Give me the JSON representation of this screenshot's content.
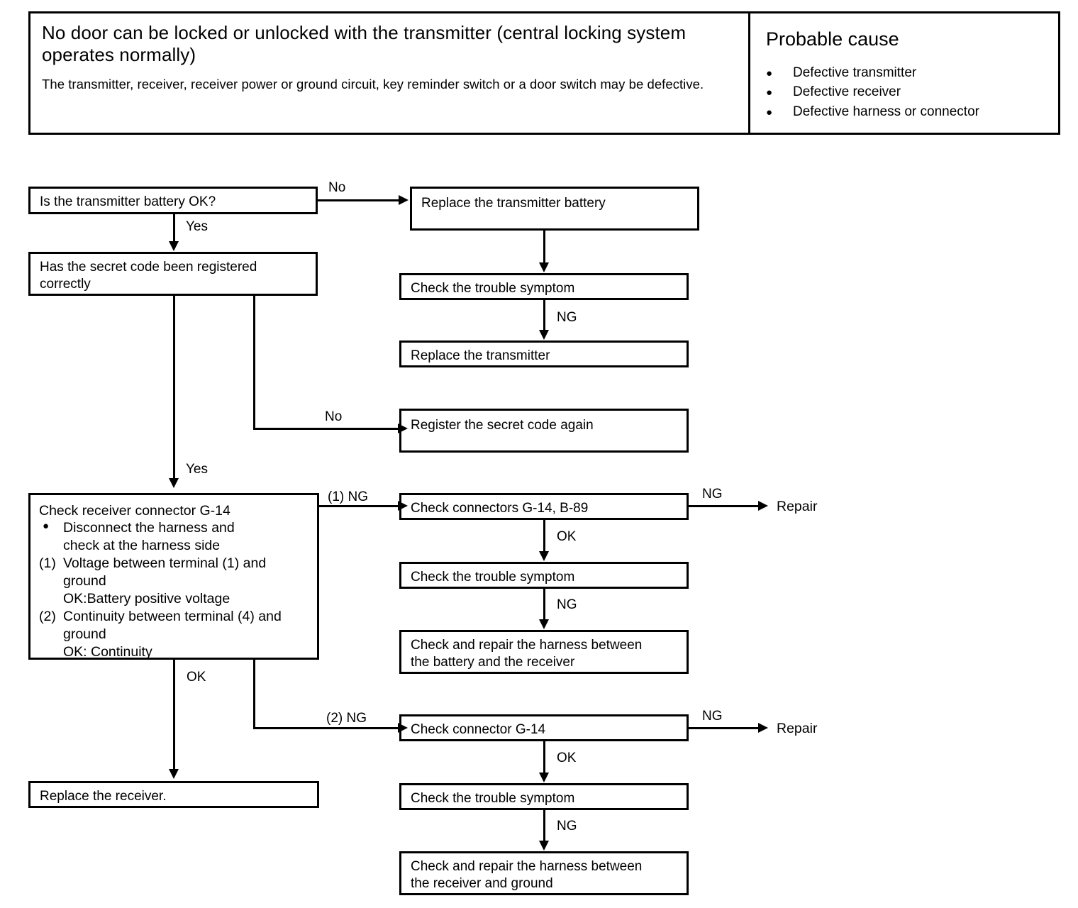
{
  "header": {
    "title": "No door can be locked or unlocked with the transmitter (central locking system operates normally)",
    "description": "The transmitter, receiver, receiver power or ground circuit, key reminder switch or a door switch may be defective.",
    "probable_cause_title": "Probable cause",
    "bullet_glyph": "●",
    "causes": [
      "Defective transmitter",
      "Defective receiver",
      "Defective harness or connector"
    ]
  },
  "flow": {
    "boxes": {
      "battery_ok": "Is the transmitter battery OK?",
      "secret_code": "Has the secret code been registered correctly",
      "replace_battery": "Replace the transmitter battery",
      "check_symptom_1": "Check the trouble symptom",
      "replace_transmitter": "Replace the transmitter",
      "register_code": "Register the secret code again",
      "check_connectors_g14_b89": "Check connectors G-14, B-89",
      "check_symptom_2": "Check the trouble symptom",
      "harness_battery_receiver_l1": "Check and repair the harness between",
      "harness_battery_receiver_l2": "the battery and the receiver",
      "check_connector_g14": "Check connector G-14",
      "check_symptom_3": "Check the trouble symptom",
      "harness_receiver_ground_l1": "Check and repair the harness between",
      "harness_receiver_ground_l2": "the receiver and ground",
      "replace_receiver": "Replace the receiver."
    },
    "receiver_check": {
      "title": "Check receiver connector G-14",
      "bullet_glyph": "●",
      "bullet_line1": "Disconnect the harness and",
      "bullet_line2": "check at the harness side",
      "item1_mark": "(1)",
      "item1_line1": "Voltage between terminal (1) and",
      "item1_line2": "ground",
      "item1_line3": "OK:Battery positive voltage",
      "item2_mark": "(2)",
      "item2_line1": "Continuity between terminal (4) and",
      "item2_line2": "ground",
      "item2_line3": "OK:   Continuity"
    },
    "edge_labels": {
      "no_1": "No",
      "yes_1": "Yes",
      "ng_1": "NG",
      "no_2": "No",
      "yes_2": "Yes",
      "ng_branch_1": "(1) NG",
      "ng_repair_1": "NG",
      "ok_1": "OK",
      "ng_2": "NG",
      "ok_branch": "OK",
      "ng_branch_2": "(2) NG",
      "ng_repair_2": "NG",
      "ok_2": "OK",
      "ng_3": "NG"
    },
    "terminals": {
      "repair_1": "Repair",
      "repair_2": "Repair"
    }
  }
}
